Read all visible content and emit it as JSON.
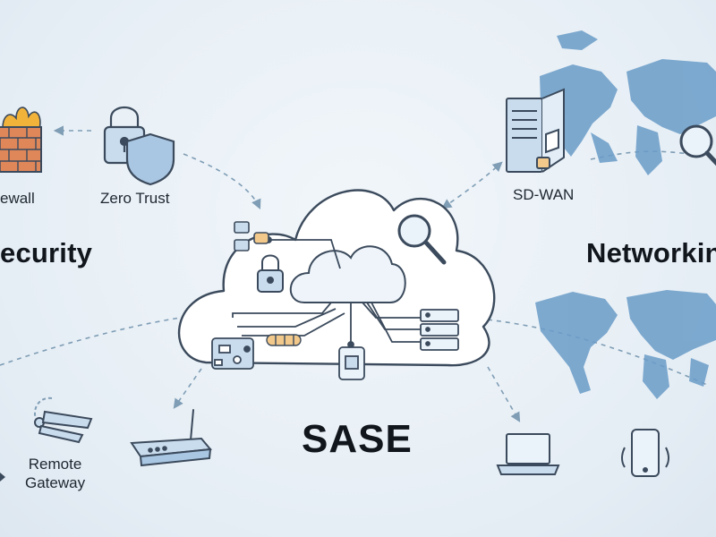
{
  "labels": {
    "firewall": "ewall",
    "zero_trust": "Zero Trust",
    "security": "ecurity",
    "sd_wan": "SD-WAN",
    "networking": "Networkin",
    "sase": "SASE",
    "remote_gateway_line1": "Remote",
    "remote_gateway_line2": "Gateway"
  },
  "colors": {
    "stroke": "#3b4a5c",
    "cloud_fill": "#ffffff",
    "icon_blue": "#c9dcee",
    "map_blue": "#6a9cc8",
    "brick": "#e0875a",
    "flame": "#f2b33b",
    "dash": "#7f9db5"
  }
}
